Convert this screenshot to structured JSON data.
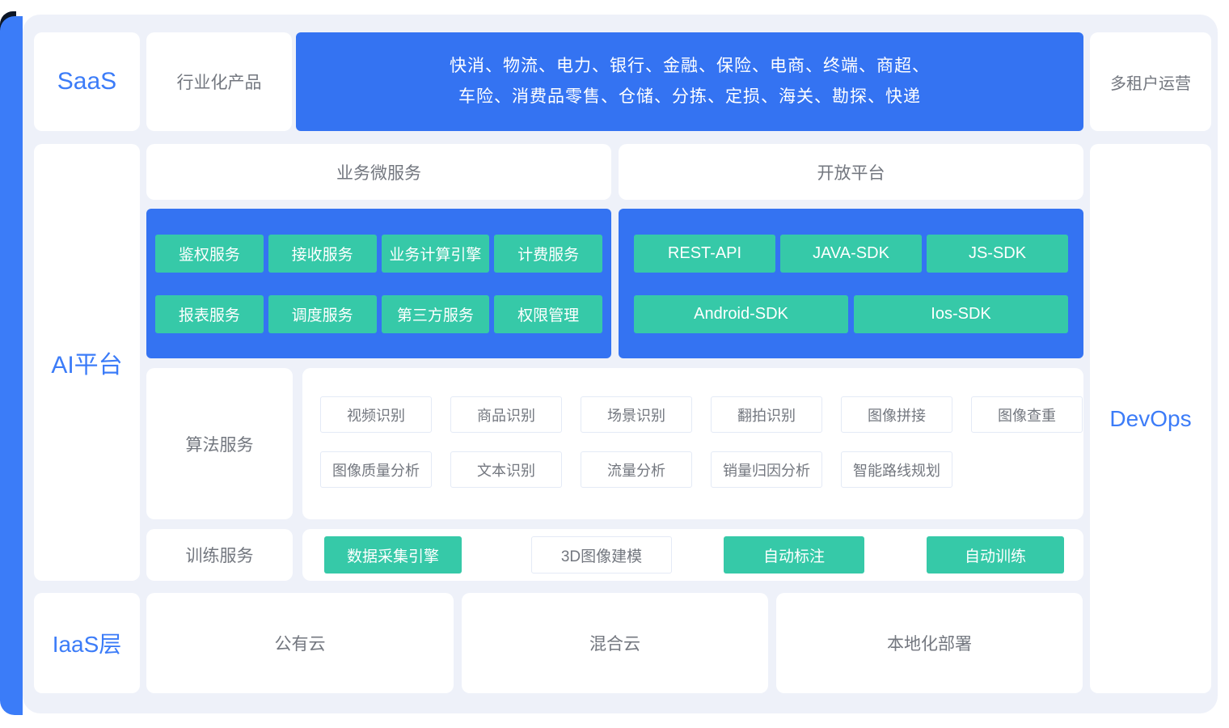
{
  "palette": {
    "blue": "#3473f2",
    "accent-blue": "#3b7cf8",
    "navy": "#0c1626",
    "green": "#36c9a8",
    "panel": "#eef1f9",
    "blue_text": "#3c7cf8",
    "gray_text": "#73777f",
    "chip_border": "#e4eaf6"
  },
  "saas": {
    "label": "SaaS",
    "product": "行业化产品",
    "industries_line1": "快消、物流、电力、银行、金融、保险、电商、终端、商超、",
    "industries_line2": "车险、消费品零售、仓储、分拣、定损、海关、勘探、快递",
    "right": "多租户运营"
  },
  "ai": {
    "label": "AI平台",
    "microservice_header": "业务微服务",
    "open_header": "开放平台",
    "microservices": [
      "鉴权服务",
      "接收服务",
      "业务计算引擎",
      "计费服务",
      "报表服务",
      "调度服务",
      "第三方服务",
      "权限管理"
    ],
    "open_row1": [
      "REST-API",
      "JAVA-SDK",
      "JS-SDK"
    ],
    "open_row2": [
      "Android-SDK",
      "Ios-SDK"
    ],
    "algo_label": "算法服务",
    "algo_row1": [
      "视频识别",
      "商品识别",
      "场景识别",
      "翻拍识别",
      "图像拼接",
      "图像查重"
    ],
    "algo_row2": [
      "图像质量分析",
      "文本识别",
      "流量分析",
      "销量归因分析",
      "智能路线规划"
    ],
    "train_label": "训练服务",
    "train_items": [
      {
        "label": "数据采集引擎",
        "style": "green"
      },
      {
        "label": "3D图像建模",
        "style": "white"
      },
      {
        "label": "自动标注",
        "style": "green"
      },
      {
        "label": "自动训练",
        "style": "green"
      }
    ]
  },
  "devops": {
    "label": "DevOps"
  },
  "iaas": {
    "label": "IaaS层",
    "items": [
      "公有云",
      "混合云",
      "本地化部署"
    ]
  }
}
